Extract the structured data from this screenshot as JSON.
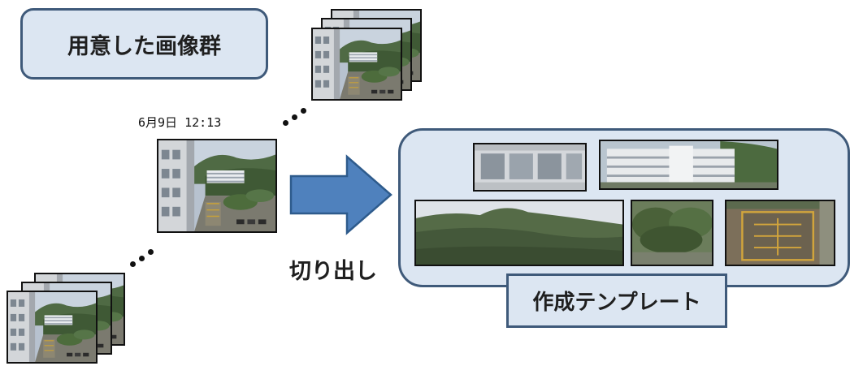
{
  "title_box": {
    "label": "用意した画像群"
  },
  "timestamp": "6月9日 12:13",
  "arrow_label": "切り出し",
  "template_box": {
    "label": "作成テンプレート"
  },
  "colors": {
    "box_fill": "#dce6f2",
    "box_border": "#3f5a7a",
    "arrow_fill": "#4f81bd",
    "arrow_border": "#2e5b8c"
  },
  "icons": [
    "building-photo",
    "right-arrow",
    "ellipsis-dots"
  ]
}
